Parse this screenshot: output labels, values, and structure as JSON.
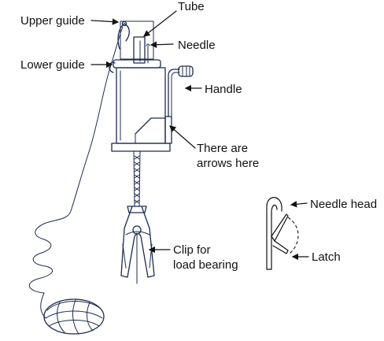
{
  "labels": {
    "upper_guide": "Upper guide",
    "lower_guide": "Lower guide",
    "tube": "Tube",
    "needle": "Needle",
    "handle": "Handle",
    "arrows_line1": "There are",
    "arrows_line2": "arrows here",
    "clip_line1": "Clip for",
    "clip_line2": "load bearing",
    "needle_head": "Needle head",
    "latch": "Latch"
  },
  "colors": {
    "machine_stroke": "#1d2b4f",
    "label_text": "#111111",
    "background": "#ffffff"
  }
}
